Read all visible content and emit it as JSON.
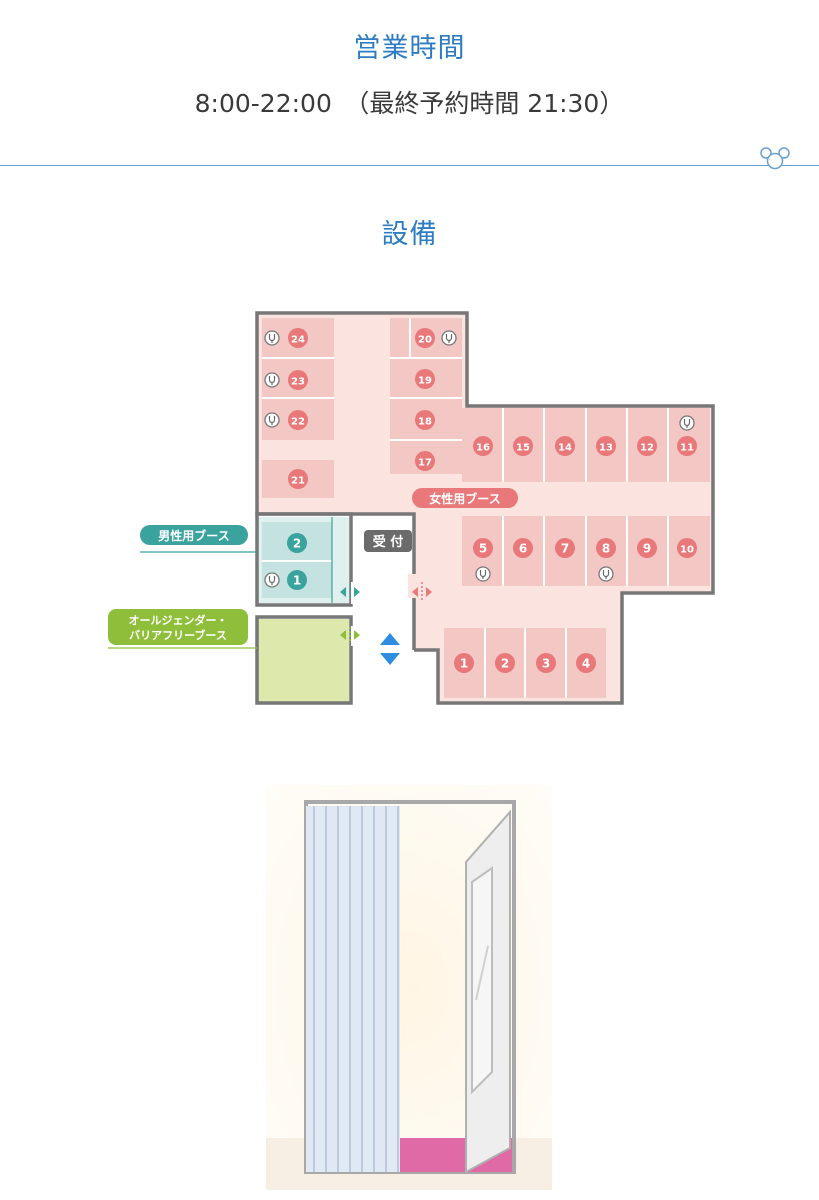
{
  "hours": {
    "title": "営業時間",
    "value": "8:00-22:00　（最終予約時間 21:30）"
  },
  "equipment": {
    "title": "設備"
  },
  "map": {
    "reception": "受 付",
    "legend": {
      "women": "女性用ブース",
      "men": "男性用ブース",
      "all_gender_line1": "オールジェンダー・",
      "all_gender_line2": "バリアフリーブース"
    },
    "women_booths": [
      "1",
      "2",
      "3",
      "4",
      "5",
      "6",
      "7",
      "8",
      "9",
      "10",
      "11",
      "12",
      "13",
      "14",
      "15",
      "16",
      "17",
      "18",
      "19",
      "20",
      "21",
      "22",
      "23",
      "24"
    ],
    "men_booths": [
      "1",
      "2"
    ],
    "outlet_booths": [
      "24",
      "23",
      "22",
      "20",
      "11",
      "5",
      "8",
      "men-1"
    ],
    "colors": {
      "women": "#e8787a",
      "women_fill": "#f5cfcd",
      "men": "#3aa39d",
      "men_fill": "#cfe8e6",
      "all_gender": "#8fbf3a",
      "all_gender_fill": "#dde8ad",
      "accent": "#2e7cc2"
    }
  }
}
